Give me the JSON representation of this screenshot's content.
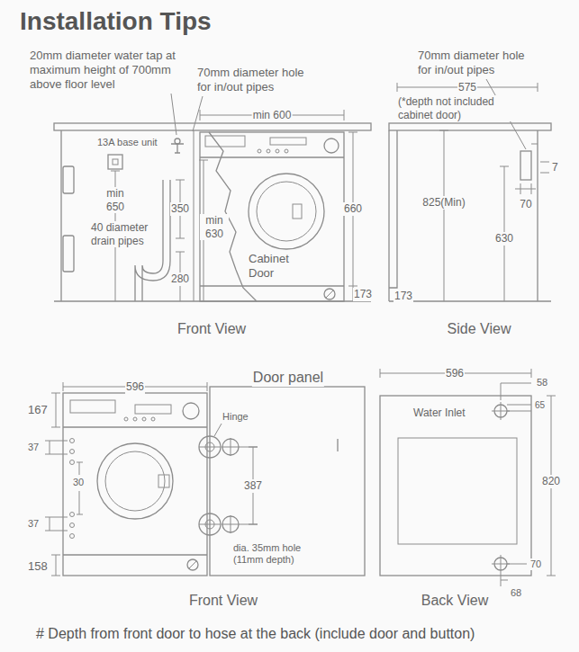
{
  "diagram": {
    "title": "Installation Tips",
    "caption": "# Depth from front door to hose at the back (include door and button)",
    "labels": [
      "20mm diameter water tap at maximum height of 700mm above floor level",
      "70mm diameter hole for in/out pipes",
      "min 600",
      "13A base unit",
      "min 650",
      "350",
      "40 diameter drain pipes",
      "280",
      "min 630",
      "Cabinet Door",
      "660",
      "173",
      "Front View",
      "70mm diameter hole for in/out pipes",
      "575",
      "(*depth not included cabinet door)",
      "825(Min)",
      "7",
      "70",
      "630",
      "173",
      "Side View",
      "596",
      "167",
      "37",
      "30",
      "37",
      "158",
      "Hinge",
      "387",
      "dia. 35mm hole (11mm depth)",
      "Door panel",
      "Front View",
      "596",
      "58",
      "Water Inlet",
      "65",
      "820",
      "70",
      "68",
      "Back View"
    ]
  }
}
